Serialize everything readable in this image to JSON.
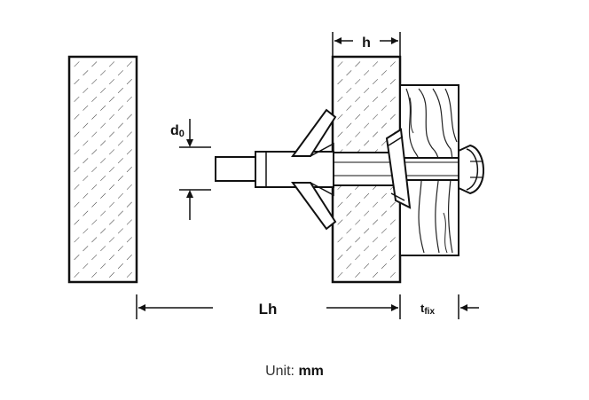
{
  "labels": {
    "h": "h",
    "d0_main": "d",
    "d0_sub": "0",
    "Lh": "Lh",
    "tfix_main": "t",
    "tfix_sub": "fix"
  },
  "unit": {
    "label": "Unit:",
    "value": "mm"
  }
}
